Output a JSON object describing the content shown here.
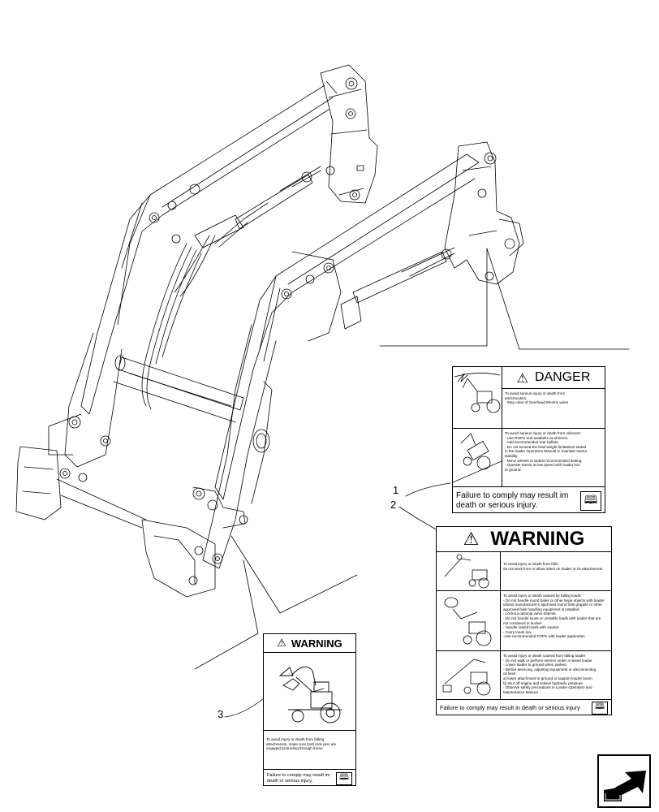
{
  "callouts": [
    "1",
    "2",
    "3"
  ],
  "decal_danger": {
    "title": "DANGER",
    "section1": [
      "To avoid serious injury or death from",
      "electrocution:",
      "- Stay clear of Overhead Electric wires"
    ],
    "section2": [
      "To avoid serious injury or death from rollovers:",
      "- Use ROPS and seatbelts at all times.",
      "- Add recommended rear ballast.",
      "- Do not exceed the load weight limitations stated",
      "in the loader Operators Manual to maintain tractor",
      "stability.",
      "- Move wheels to widest recommended setting",
      "- Operate tractor at low speed with loader low",
      "to ground."
    ],
    "footer": "Failure to comply may result im death or serious injury."
  },
  "decal_warning_large": {
    "title": "WARNING",
    "section1": [
      "To avoid injury or death from falls",
      "do not work from or allow riders on loader or its attachments"
    ],
    "section2": [
      "To avoid injury or death caused by falling loads:",
      "- Do not handle round bales or other large objects with loader",
      "unless manufacturer's approved round bale grapple or other",
      "approved bale handling equipment is installed.",
      "- Lockout optional valve detents.",
      "- Do not handle loose or unstable loads with loader that are",
      "not contained in bucket",
      "- Handle raised loads with caution",
      "- Carry loads low.",
      "-Use recommended FOPS with loader application"
    ],
    "section3": [
      "To avoid injury or death caused from falling loader",
      "- Do not walk or perform service under a raised loader",
      "- Lower loader to ground when parked.",
      "- Before servicing, adjusting equipment or disconnecting",
      "oil lines:",
      "a) lower attachment to ground or support loader boom",
      "b) shut off engine and relieve hydraulic pressure",
      "- Observe safety precautions in Loader Operation and",
      "Maintenance Manual"
    ],
    "footer": "Failure to comply may result in death or serious injury"
  },
  "decal_warning_small": {
    "title": "WARNING",
    "body": [
      "To avoid injury or death from falling",
      "attachments, make sure both lock pins are",
      "engaged protruding through frame"
    ],
    "footer": "Failure to comply may result im death or serious injury."
  },
  "icons": [
    "warning-triangle-icon",
    "operator-manual-book-icon",
    "next-page-arrow-icon"
  ]
}
